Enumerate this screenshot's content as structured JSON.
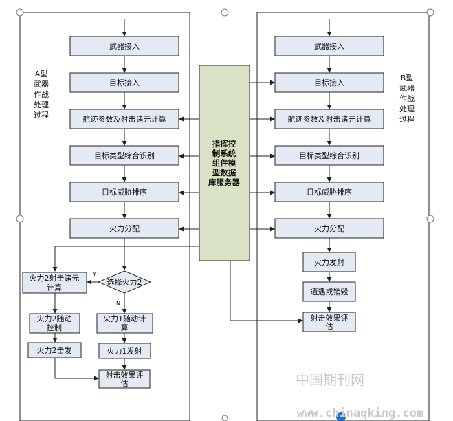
{
  "title": "",
  "server": {
    "lines": [
      "指挥控",
      "制系统",
      "组件模",
      "型数据",
      "库服务器"
    ]
  },
  "a_side": {
    "label_lines": [
      "A型",
      "武器",
      "作战",
      "处理",
      "过程"
    ],
    "main_steps": [
      "武器接入",
      "目标接入",
      "航迹参数及射击诸元计算",
      "目标类型综合识别",
      "目标威胁排序",
      "火力分配"
    ],
    "decision": "选择火力2",
    "yes_label": "Y",
    "no_label": "N",
    "left_branch": [
      [
        "火力2射击诸元",
        "计算"
      ],
      [
        "火力2随动",
        "控制"
      ],
      [
        "火力2击发"
      ]
    ],
    "right_branch": [
      [
        "火力1随动计",
        "算"
      ],
      [
        "火力1发射"
      ]
    ],
    "end_step": [
      "射击效果评",
      "估"
    ]
  },
  "b_side": {
    "label_lines": [
      "B型",
      "武器",
      "作战",
      "处理",
      "过程"
    ],
    "main_steps": [
      "武器接入",
      "目标接入",
      "航迹参数及射击诸元计算",
      "目标类型综合识别",
      "目标威胁排序",
      "火力分配"
    ],
    "tail_steps": [
      [
        "火力发射"
      ],
      [
        "遭遇或销毁"
      ],
      [
        "射击效果评",
        "估"
      ]
    ]
  },
  "watermark": {
    "cn": "中国期刊网",
    "url": "www.chinaqking.com"
  }
}
